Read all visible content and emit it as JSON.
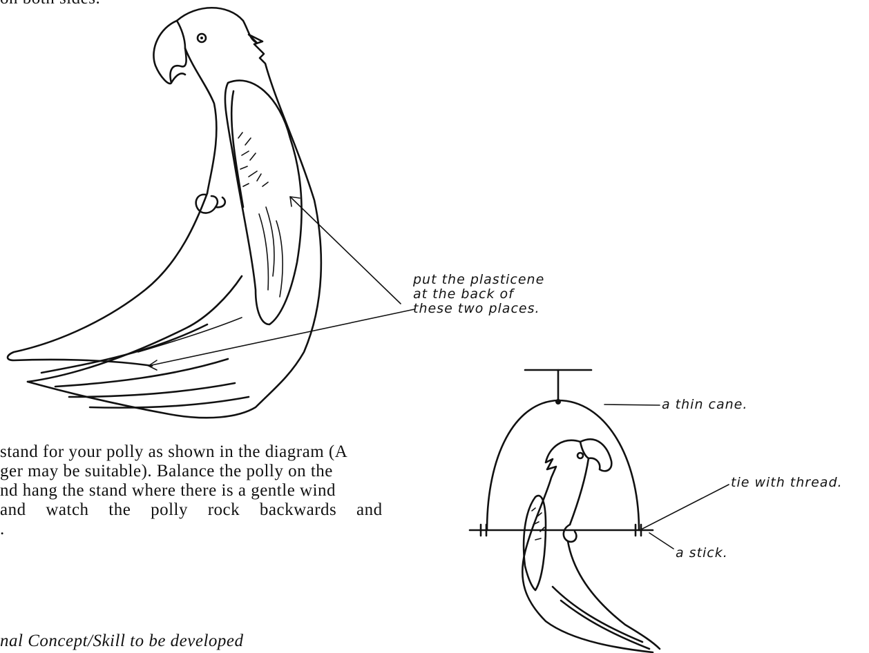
{
  "intro_fragment": "on both sides.",
  "labels": {
    "plasticene": [
      "put the plasticene",
      "at the back of",
      "these two places."
    ],
    "thin_cane": "a thin cane.",
    "thread": "tie with thread.",
    "stick": "a stick."
  },
  "paragraph_lines": [
    "stand for your polly as shown in the diagram (A",
    "ger may be suitable). Balance the polly on the",
    "nd hang the stand where there is a gentle wind",
    "and watch the polly rock backwards and",
    "."
  ],
  "heading": "nal Concept/Skill to be developed"
}
